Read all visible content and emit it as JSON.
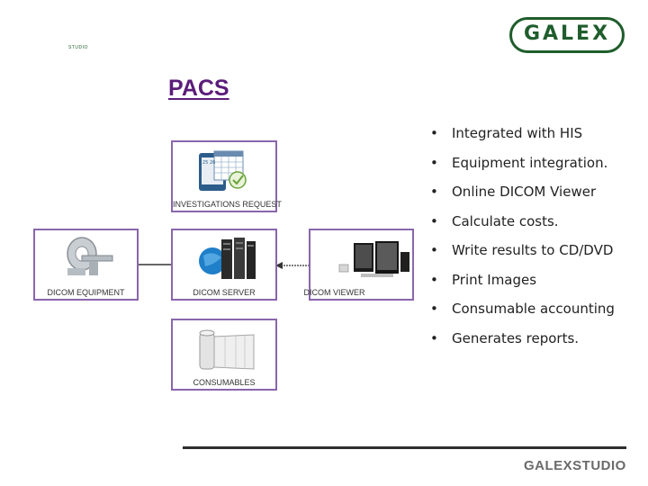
{
  "logo": {
    "name": "GALEX",
    "sub": "STUDIO"
  },
  "title": "PACS",
  "nodes": {
    "investigations": "INVESTIGATIONS REQUEST",
    "equipment": "DICOM EQUIPMENT",
    "server": "DICOM SERVER",
    "viewer": "DICOM VIEWER",
    "consumables": "CONSUMABLES"
  },
  "calendar_text": "25 26",
  "features": [
    "Integrated with HIS",
    "Equipment integration.",
    "Online DICOM Viewer",
    "Calculate costs.",
    "Write results to CD/DVD",
    "Print Images",
    "Consumable accounting",
    "Generates reports."
  ],
  "footer": "GALEXSTUDIO",
  "colors": {
    "node_border": "#8a66ac",
    "title": "#5b1d7a",
    "logo": "#1f5d2c"
  },
  "icons": [
    "calendar-icon",
    "mri-scanner-icon",
    "server-icon",
    "viewer-monitors-icon",
    "film-roll-icon"
  ]
}
